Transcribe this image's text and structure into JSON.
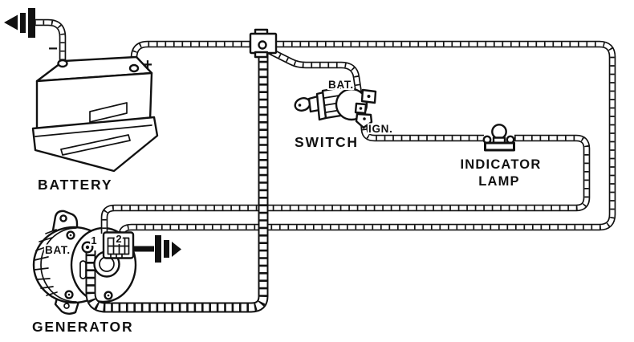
{
  "diagram": {
    "background_color": "#ffffff",
    "line_color": "#111111",
    "battery": {
      "label": "BATTERY",
      "negative_terminal_label": "−",
      "positive_terminal_label": "+",
      "ground_icon": "ground-symbol-left"
    },
    "ignition_switch": {
      "label": "SWITCH",
      "bat_terminal_label": "BAT.",
      "ign_terminal_label": "IGN."
    },
    "indicator_lamp": {
      "label_line_1": "INDICATOR",
      "label_line_2": "LAMP"
    },
    "generator": {
      "label": "GENERATOR",
      "bat_terminal_label": "BAT.",
      "terminal_1_label": "1",
      "terminal_2_label": "2",
      "ground_icon": "ground-symbol-right"
    }
  }
}
